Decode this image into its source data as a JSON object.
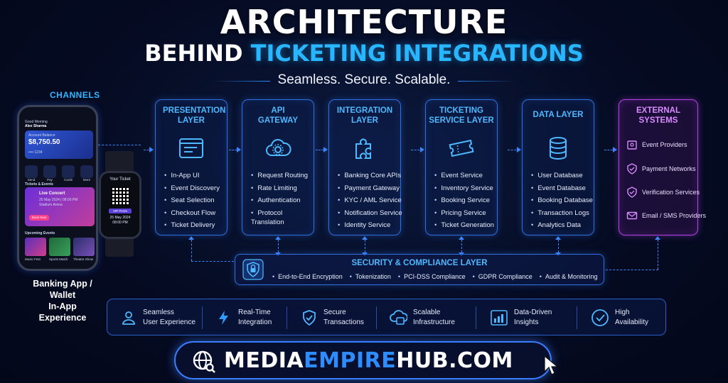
{
  "header": {
    "title_line1": "ARCHITECTURE",
    "title_line2_white": "BEHIND",
    "title_line2_blue": "TICKETING INTEGRATIONS",
    "tagline": "Seamless. Secure. Scalable."
  },
  "channels": {
    "label": "CHANNELS",
    "phone": {
      "greeting": "Good Morning",
      "user": "Alex Sharma",
      "balance_label": "Account Balance",
      "balance": "$8,750.50",
      "card_suffix": "•••• 1234",
      "quick_actions": [
        "Send",
        "Pay",
        "Cards",
        "More"
      ],
      "section_tickets": "Tickets & Events",
      "event_name": "Live Concert",
      "event_date": "25 May 2024 | 08:00 PM",
      "event_venue": "Stadium Arena",
      "book_label": "Book Now",
      "section_upcoming": "Upcoming Events",
      "upcoming": [
        "Music Fest",
        "Sports Match",
        "Theatre Show"
      ]
    },
    "watch": {
      "title": "Your Ticket",
      "pass": "VIP PASS",
      "date": "25 May 2024",
      "time": "08:00 PM"
    },
    "caption_line1": "Banking App / Wallet",
    "caption_line2": "In-App Experience"
  },
  "layers": [
    {
      "title": "PRESENTATION LAYER",
      "icon": "browser-window-icon",
      "items": [
        "In-App UI",
        "Event Discovery",
        "Seat Selection",
        "Checkout Flow",
        "Ticket Delivery"
      ]
    },
    {
      "title": "API GATEWAY",
      "icon": "cloud-gear-icon",
      "items": [
        "Request Routing",
        "Rate Limiting",
        "Authentication",
        "Protocol Translation"
      ]
    },
    {
      "title": "INTEGRATION LAYER",
      "icon": "puzzle-icon",
      "items": [
        "Banking Core APIs",
        "Payment Gateway",
        "KYC / AML Service",
        "Notification Service",
        "Identity Service"
      ]
    },
    {
      "title": "TICKETING SERVICE LAYER",
      "icon": "ticket-icon",
      "items": [
        "Event Service",
        "Inventory Service",
        "Booking Service",
        "Pricing Service",
        "Ticket Generation"
      ]
    },
    {
      "title": "DATA LAYER",
      "icon": "database-icon",
      "items": [
        "User Database",
        "Event Database",
        "Booking Database",
        "Transaction Logs",
        "Analytics Data"
      ]
    }
  ],
  "external": {
    "title": "EXTERNAL SYSTEMS",
    "items": [
      {
        "label": "Event Providers",
        "icon": "building-icon"
      },
      {
        "label": "Payment Networks",
        "icon": "card-shield-icon"
      },
      {
        "label": "Verification Services",
        "icon": "check-shield-icon"
      },
      {
        "label": "Email / SMS Providers",
        "icon": "email-icon"
      }
    ]
  },
  "security": {
    "title": "SECURITY & COMPLIANCE LAYER",
    "items": [
      "End-to-End Encryption",
      "Tokenization",
      "PCI-DSS Compliance",
      "GDPR Compliance",
      "Audit & Monitoring"
    ]
  },
  "benefits": [
    {
      "line1": "Seamless",
      "line2": "User Experience",
      "icon": "user-icon"
    },
    {
      "line1": "Real-Time",
      "line2": "Integration",
      "icon": "lightning-icon"
    },
    {
      "line1": "Secure",
      "line2": "Transactions",
      "icon": "shield-check-icon"
    },
    {
      "line1": "Scalable",
      "line2": "Infrastructure",
      "icon": "cloud-server-icon"
    },
    {
      "line1": "Data-Driven",
      "line2": "Insights",
      "icon": "chart-icon"
    },
    {
      "line1": "High",
      "line2": "Availability",
      "icon": "check-circle-icon"
    }
  ],
  "footer": {
    "url_white1": "MEDIA",
    "url_blue": "EMPIRE",
    "url_white2": "HUB.COM"
  }
}
